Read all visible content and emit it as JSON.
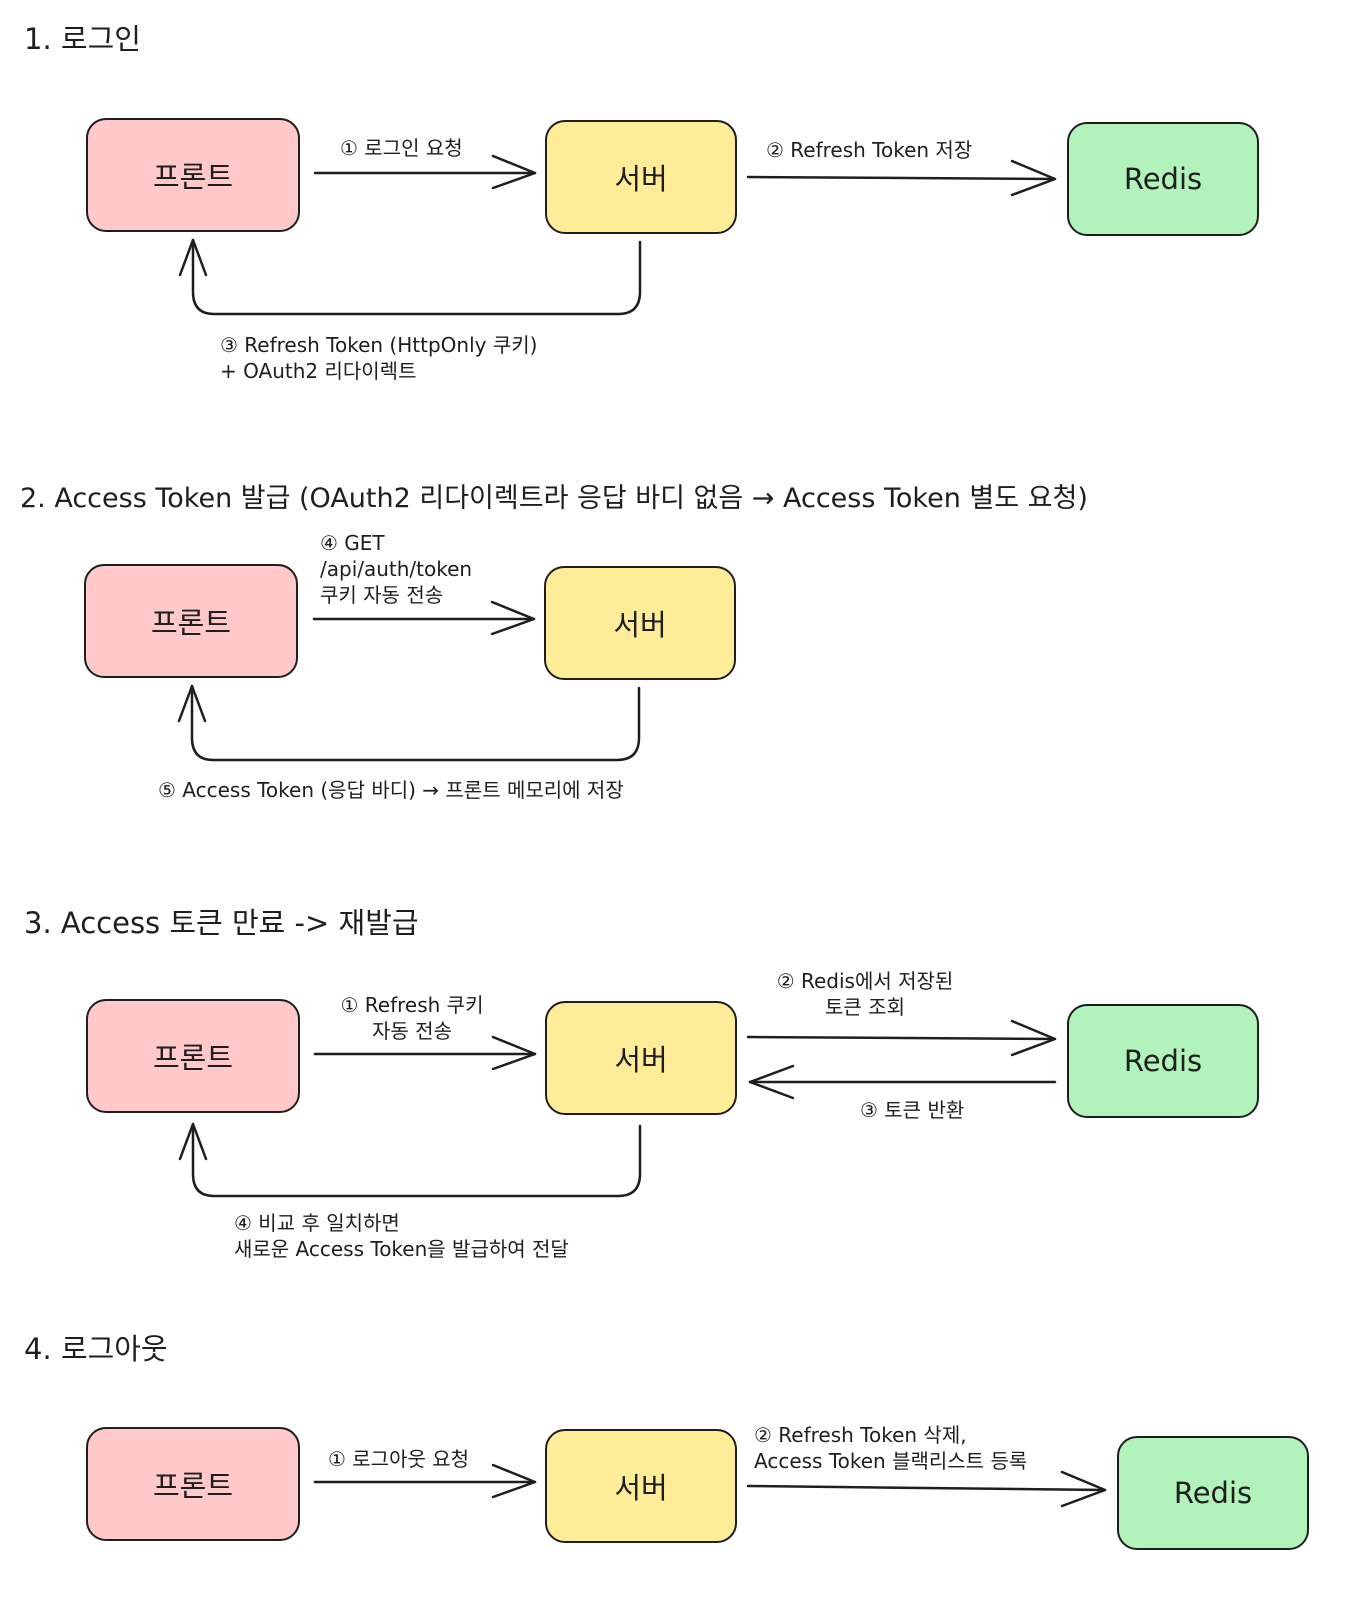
{
  "colors": {
    "front": "#ffc9c9",
    "server": "#ffec99",
    "redis": "#b2f2bb",
    "stroke": "#1e1e1e"
  },
  "sections": [
    {
      "title": "1. 로그인",
      "nodes": {
        "front": "프론트",
        "server": "서버",
        "redis": "Redis"
      },
      "edges": [
        {
          "label": "① 로그인 요청"
        },
        {
          "label": "② Refresh Token 저장"
        },
        {
          "label": "③ Refresh Token (HttpOnly 쿠키)\n+ OAuth2 리다이렉트"
        }
      ]
    },
    {
      "title": "2. Access Token 발급 (OAuth2 리다이렉트라 응답 바디 없음 → Access Token 별도 요청)",
      "nodes": {
        "front": "프론트",
        "server": "서버"
      },
      "edges": [
        {
          "label": "④ GET\n/api/auth/token\n쿠키 자동 전송"
        },
        {
          "label": "⑤ Access Token (응답 바디) → 프론트 메모리에 저장"
        }
      ]
    },
    {
      "title": "3. Access 토큰 만료 -> 재발급",
      "nodes": {
        "front": "프론트",
        "server": "서버",
        "redis": "Redis"
      },
      "edges": [
        {
          "label": "① Refresh 쿠키\n자동 전송"
        },
        {
          "label": "② Redis에서 저장된\n토큰 조회"
        },
        {
          "label": "③ 토큰 반환"
        },
        {
          "label": "④ 비교 후 일치하면\n새로운 Access Token을 발급하여 전달"
        }
      ]
    },
    {
      "title": "4. 로그아웃",
      "nodes": {
        "front": "프론트",
        "server": "서버",
        "redis": "Redis"
      },
      "edges": [
        {
          "label": "① 로그아웃 요청"
        },
        {
          "label": "② Refresh Token 삭제,\nAccess Token 블랙리스트 등록"
        }
      ]
    }
  ]
}
